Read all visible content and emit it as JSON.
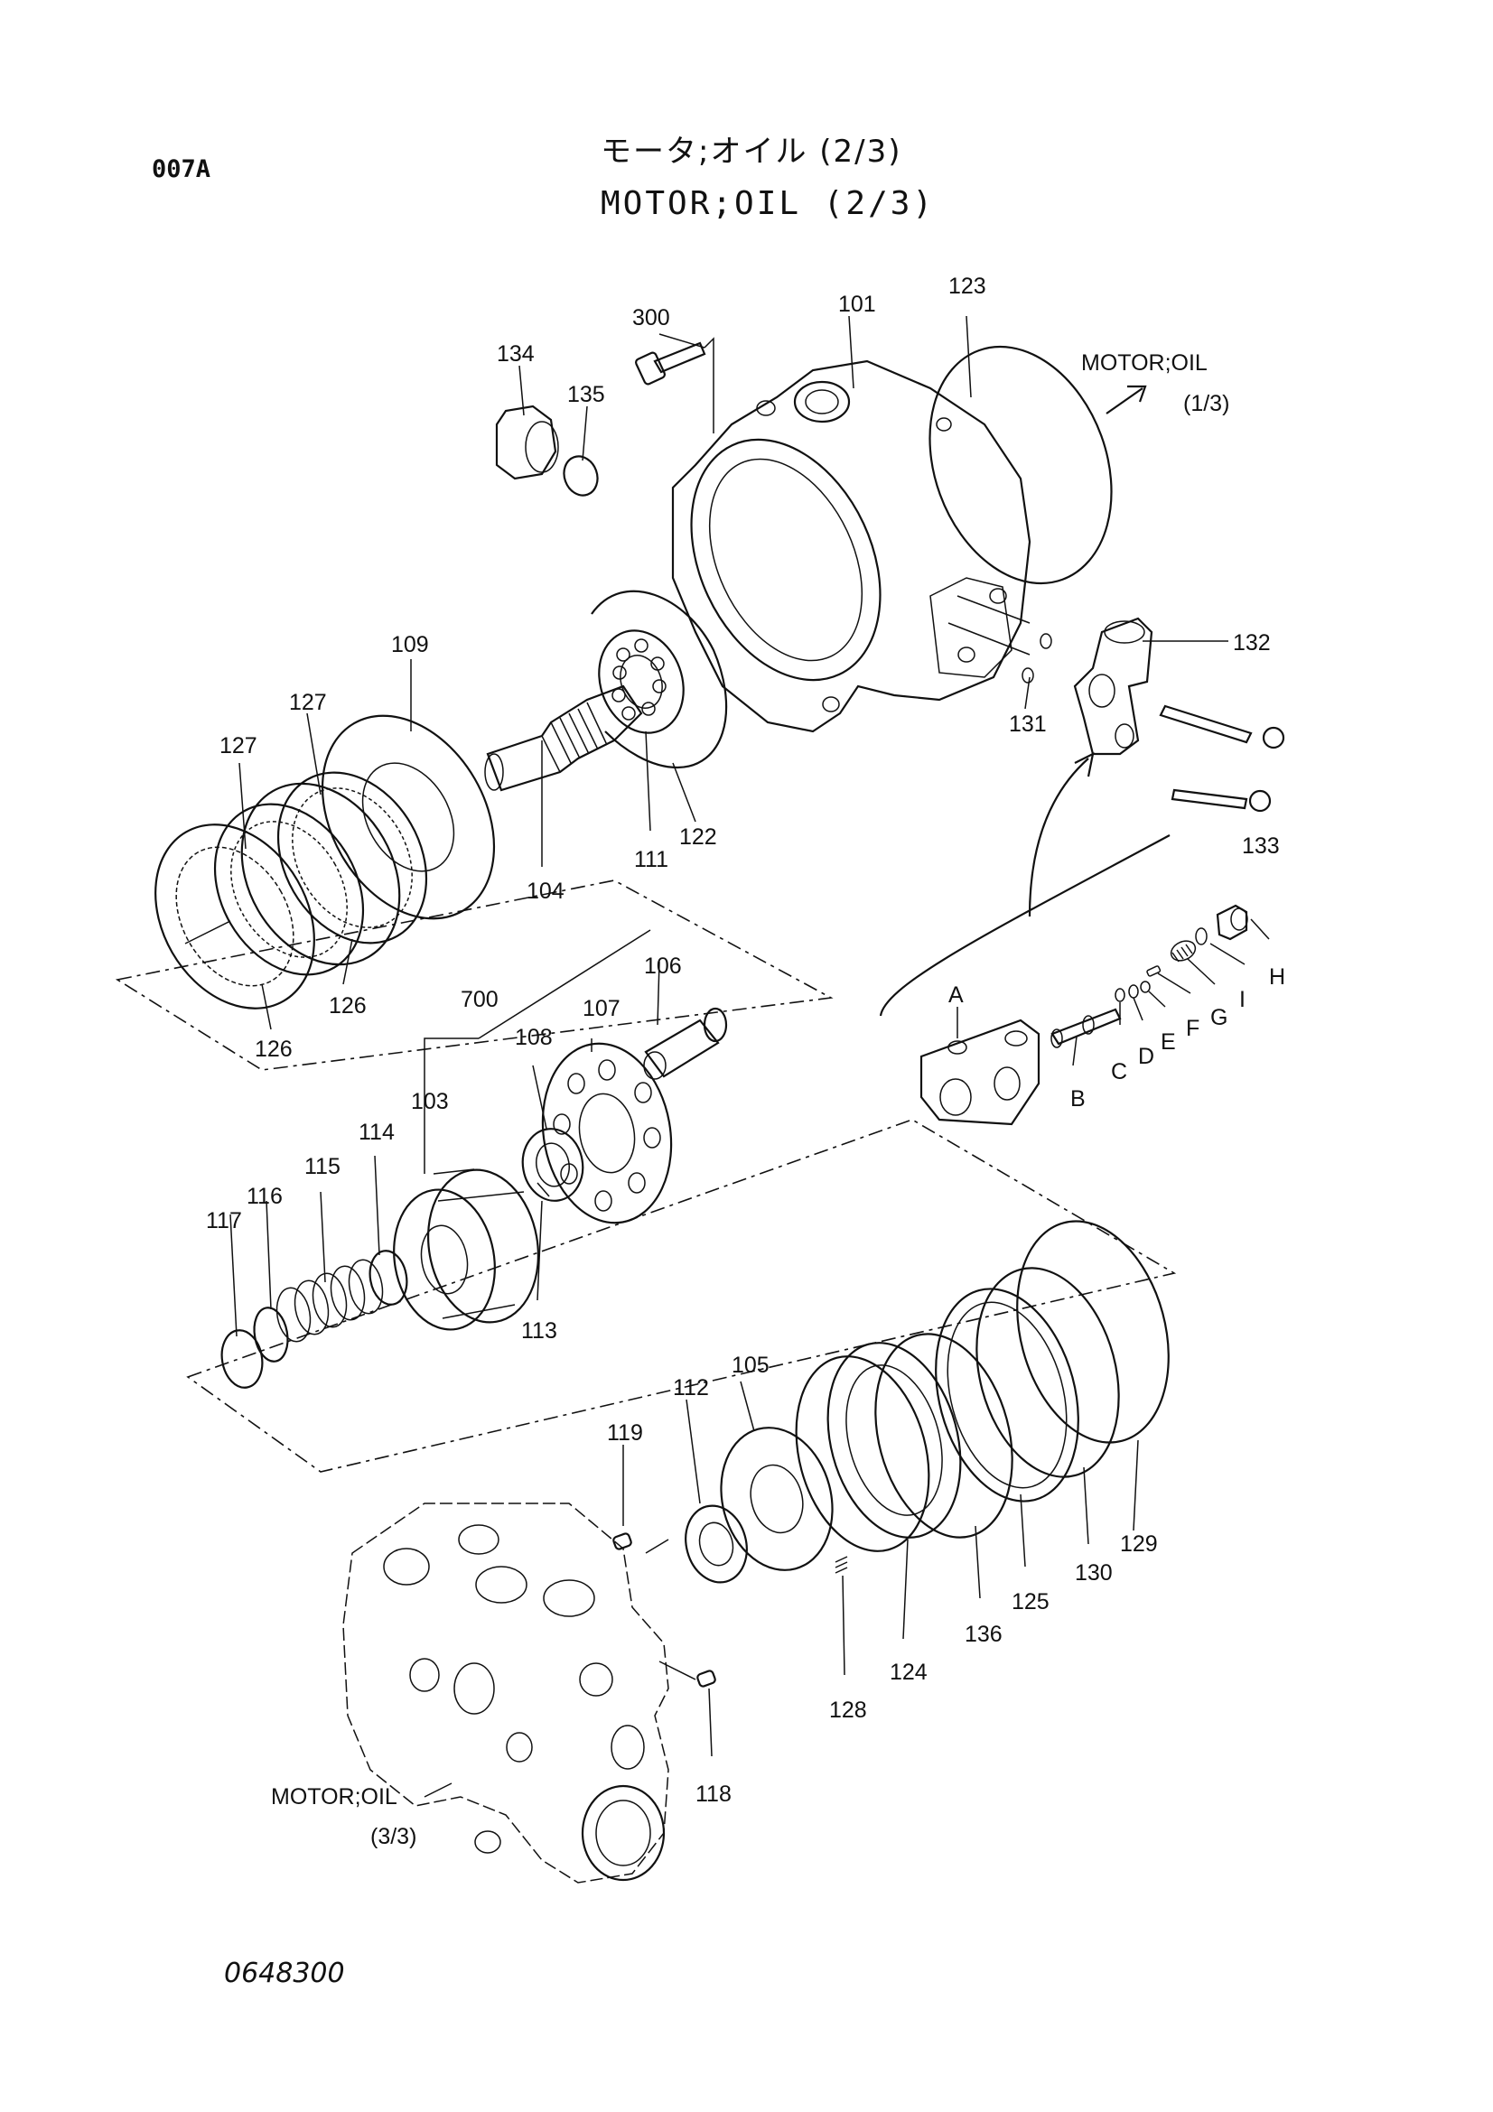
{
  "header": {
    "page_code": "007A",
    "title_jp": "モータ;オイル (2/3)",
    "title_en": "MOTOR;OIL (2/3)"
  },
  "footer": {
    "drawing_number": "0648300"
  },
  "references": {
    "upper_ref": {
      "name": "MOTOR;OIL",
      "page": "(1/3)"
    },
    "lower_ref": {
      "name": "MOTOR;OIL",
      "page": "(3/3)"
    }
  },
  "callouts": {
    "c101": "101",
    "c103": "103",
    "c104": "104",
    "c105": "105",
    "c106": "106",
    "c107": "107",
    "c108": "108",
    "c109": "109",
    "c111": "111",
    "c112": "112",
    "c113": "113",
    "c114": "114",
    "c115": "115",
    "c116": "116",
    "c117": "117",
    "c118": "118",
    "c119": "119",
    "c122": "122",
    "c123": "123",
    "c124": "124",
    "c125": "125",
    "c126a": "126",
    "c126b": "126",
    "c127a": "127",
    "c127b": "127",
    "c128": "128",
    "c129": "129",
    "c130": "130",
    "c131": "131",
    "c132": "132",
    "c133": "133",
    "c134": "134",
    "c135": "135",
    "c136": "136",
    "c300": "300",
    "c700": "700",
    "cA": "A",
    "cB": "B",
    "cC": "C",
    "cD": "D",
    "cE": "E",
    "cF": "F",
    "cG": "G",
    "cH": "H",
    "cI": "I"
  }
}
